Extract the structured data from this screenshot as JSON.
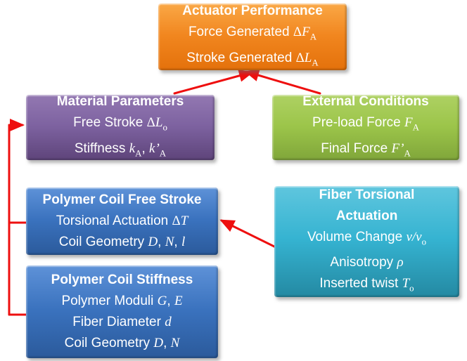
{
  "colors": {
    "arrow": "#ee0f0f",
    "orange": "#f1861f",
    "purple": "#7d62a0",
    "green": "#9cc54a",
    "blue": "#3a72be",
    "teal": "#35b3d1",
    "text": "#ffffff"
  },
  "boxes": {
    "actuator": {
      "title": "Actuator Performance",
      "lines": [
        [
          {
            "t": "Force Generated "
          },
          {
            "t": "Δ",
            "m": 1
          },
          {
            "t": "F",
            "m": 1,
            "i": 1
          },
          {
            "t": "A",
            "m": 1,
            "sub": 1
          }
        ],
        [
          {
            "t": "Stroke Generated "
          },
          {
            "t": "Δ",
            "m": 1
          },
          {
            "t": "L",
            "m": 1,
            "i": 1
          },
          {
            "t": "A",
            "m": 1,
            "sub": 1
          }
        ]
      ]
    },
    "material": {
      "title": "Material Parameters",
      "lines": [
        [
          {
            "t": "Free Stroke "
          },
          {
            "t": "Δ",
            "m": 1
          },
          {
            "t": "L",
            "m": 1,
            "i": 1
          },
          {
            "t": "o",
            "m": 1,
            "sub": 1
          }
        ],
        [
          {
            "t": "Stiffness "
          },
          {
            "t": "k",
            "m": 1,
            "i": 1
          },
          {
            "t": "A",
            "m": 1,
            "sub": 1
          },
          {
            "t": ", "
          },
          {
            "t": "k’",
            "m": 1,
            "i": 1
          },
          {
            "t": "A",
            "m": 1,
            "sub": 1
          }
        ]
      ]
    },
    "external": {
      "title": "External Conditions",
      "lines": [
        [
          {
            "t": "Pre-load Force "
          },
          {
            "t": "F",
            "m": 1,
            "i": 1
          },
          {
            "t": "A",
            "m": 1,
            "sub": 1
          }
        ],
        [
          {
            "t": "Final Force "
          },
          {
            "t": "F’",
            "m": 1,
            "i": 1
          },
          {
            "t": "A",
            "m": 1,
            "sub": 1
          }
        ]
      ]
    },
    "coil_free_stroke": {
      "title": "Polymer Coil Free Stroke",
      "lines": [
        [
          {
            "t": "Torsional Actuation "
          },
          {
            "t": "Δ",
            "m": 1
          },
          {
            "t": "T",
            "m": 1,
            "i": 1
          }
        ],
        [
          {
            "t": "Coil Geometry "
          },
          {
            "t": "D",
            "m": 1,
            "i": 1
          },
          {
            "t": ", "
          },
          {
            "t": "N",
            "m": 1,
            "i": 1
          },
          {
            "t": ", "
          },
          {
            "t": "l",
            "m": 1,
            "i": 1
          }
        ]
      ]
    },
    "fiber_torsional": {
      "title": "Fiber Torsional Actuation",
      "lines": [
        [
          {
            "t": "Volume Change "
          },
          {
            "t": "v/v",
            "m": 1,
            "i": 1
          },
          {
            "t": "o",
            "m": 1,
            "sub": 1
          }
        ],
        [
          {
            "t": "Anisotropy "
          },
          {
            "t": "ρ",
            "m": 1,
            "i": 1
          }
        ],
        [
          {
            "t": "Inserted twist "
          },
          {
            "t": "T",
            "m": 1,
            "i": 1
          },
          {
            "t": "o",
            "m": 1,
            "sub": 1
          }
        ]
      ]
    },
    "coil_stiffness": {
      "title": "Polymer Coil Stiffness",
      "lines": [
        [
          {
            "t": "Polymer Moduli "
          },
          {
            "t": "G",
            "m": 1,
            "i": 1
          },
          {
            "t": ", "
          },
          {
            "t": "E",
            "m": 1,
            "i": 1
          }
        ],
        [
          {
            "t": "Fiber Diameter "
          },
          {
            "t": "d",
            "m": 1,
            "i": 1
          }
        ],
        [
          {
            "t": "Coil Geometry "
          },
          {
            "t": "D",
            "m": 1,
            "i": 1
          },
          {
            "t": ", "
          },
          {
            "t": "N",
            "m": 1,
            "i": 1
          }
        ]
      ]
    }
  },
  "arrows": [
    {
      "name": "material-to-actuator",
      "from": "material",
      "to": "actuator"
    },
    {
      "name": "external-to-actuator",
      "from": "external",
      "to": "actuator"
    },
    {
      "name": "fiber-to-coil-free-stroke",
      "from": "fiber_torsional",
      "to": "coil_free_stroke"
    },
    {
      "name": "coil-boxes-to-material",
      "from": "coil_free_stroke, coil_stiffness",
      "to": "material"
    }
  ]
}
